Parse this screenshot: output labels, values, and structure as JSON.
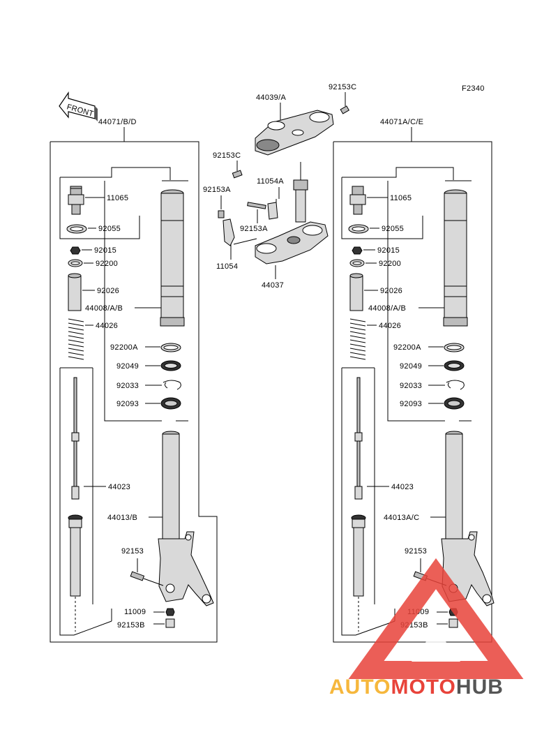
{
  "figure_code": "F2340",
  "front_label": "FRONT",
  "left_assembly": {
    "header": "44071/B/D",
    "parts": {
      "p11065": "11065",
      "p92055": "92055",
      "p92015": "92015",
      "p92200": "92200",
      "p92026": "92026",
      "p44008": "44008/A/B",
      "p44026": "44026",
      "p92200A": "92200A",
      "p92049": "92049",
      "p92033": "92033",
      "p92093": "92093",
      "p44023": "44023",
      "p44013": "44013/B",
      "p92153": "92153",
      "p11009": "11009",
      "p92153B": "92153B"
    }
  },
  "right_assembly": {
    "header": "44071A/C/E",
    "parts": {
      "p11065": "11065",
      "p92055": "92055",
      "p92015": "92015",
      "p92200": "92200",
      "p92026": "92026",
      "p44008": "44008/A/B",
      "p44026": "44026",
      "p92200A": "92200A",
      "p92049": "92049",
      "p92033": "92033",
      "p92093": "92093",
      "p44023": "44023",
      "p44013": "44013A/C",
      "p92153": "92153",
      "p11009": "11009",
      "p92153B": "92153B"
    }
  },
  "steering": {
    "p44039": "44039/A",
    "p92153C_top": "92153C",
    "p92153C_left": "92153C",
    "p11054A": "11054A",
    "p92153A_left": "92153A",
    "p92153A_mid": "92153A",
    "p11054": "11054",
    "p44037": "44037"
  },
  "watermark": {
    "part1": "AUTO",
    "part2": "MOTO",
    "part3": "HUB",
    "color1": "#f6b73c",
    "color2": "#e8433a",
    "color3": "#555555",
    "triangle_color": "#e8433a"
  }
}
